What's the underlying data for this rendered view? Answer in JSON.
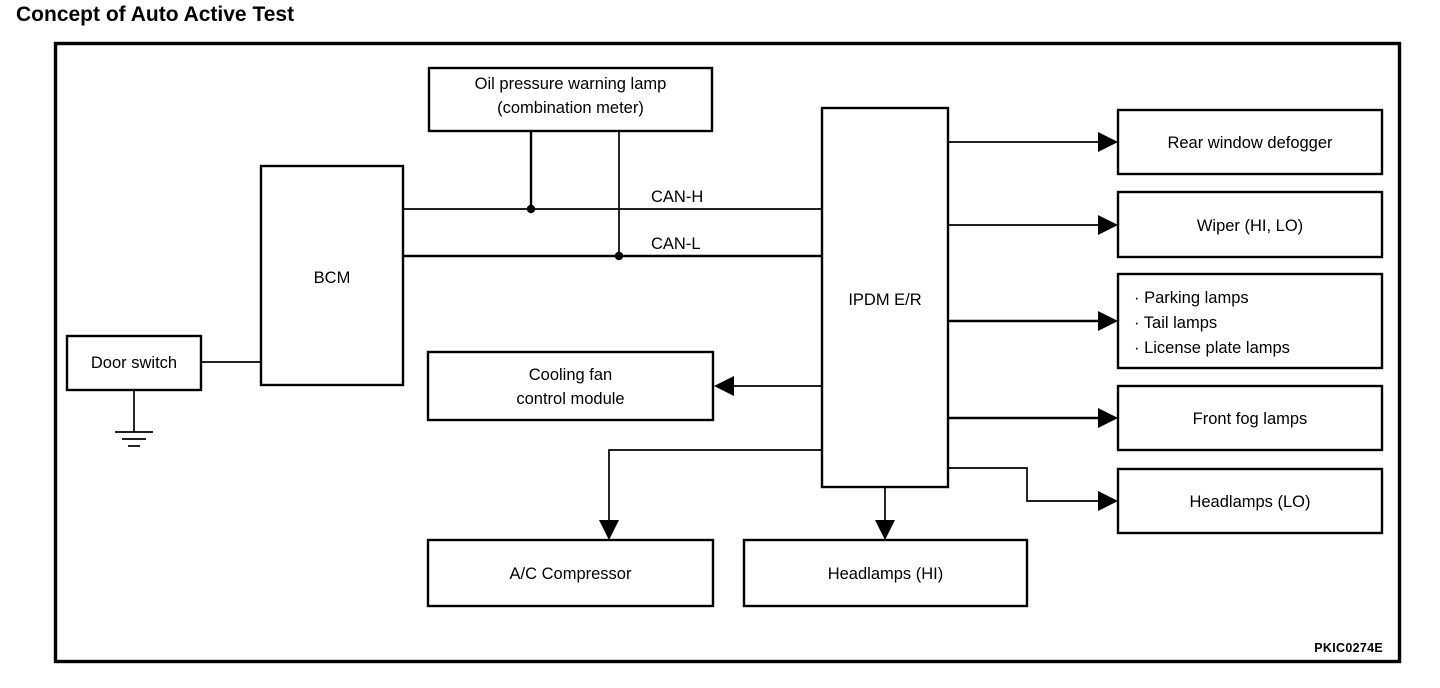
{
  "page": {
    "title": "Concept of Auto Active Test",
    "part_number": "PKIC0274E"
  },
  "diagram": {
    "type": "block-diagram",
    "nodes": {
      "door_switch": {
        "label": "Door switch"
      },
      "bcm": {
        "label": "BCM"
      },
      "oil_pressure_lamp": {
        "line1": "Oil pressure warning lamp",
        "line2": "(combination meter)"
      },
      "cooling_fan": {
        "line1": "Cooling fan",
        "line2": "control module"
      },
      "ac_compressor": {
        "label": "A/C Compressor"
      },
      "headlamps_hi": {
        "label": "Headlamps (HI)"
      },
      "ipdm": {
        "label": "IPDM E/R"
      },
      "rear_window_defogger": {
        "label": "Rear window defogger"
      },
      "wiper": {
        "label": "Wiper (HI, LO)"
      },
      "lamps_group": {
        "item1": "· Parking lamps",
        "item2": "· Tail lamps",
        "item3": "· License plate lamps"
      },
      "front_fog_lamps": {
        "label": "Front fog lamps"
      },
      "headlamps_lo": {
        "label": "Headlamps (LO)"
      }
    },
    "bus_labels": {
      "can_high": "CAN-H",
      "can_low": "CAN-L"
    },
    "colors": {
      "line": "#000000",
      "background": "#ffffff",
      "text": "#000000"
    }
  }
}
